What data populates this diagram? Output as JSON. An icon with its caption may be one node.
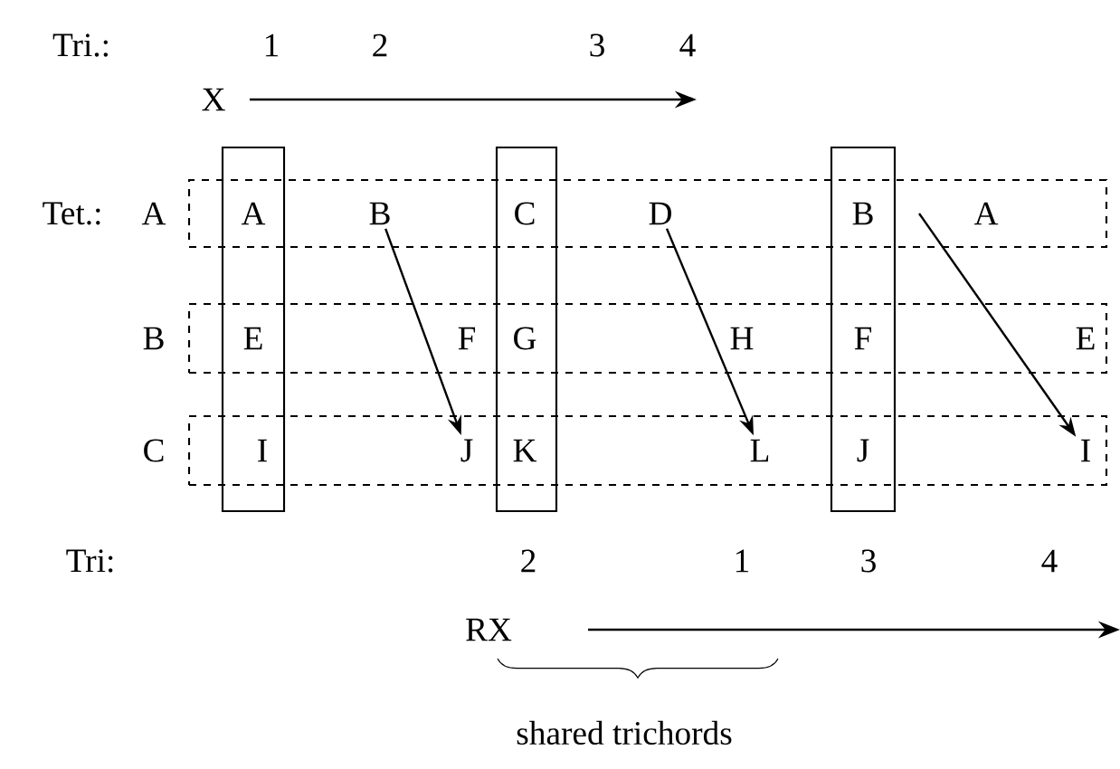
{
  "diagram": {
    "nodes": [
      {
        "text": [],
        "shape": "box"
      },
      {
        "text": [],
        "shape": "box"
      },
      {
        "text": [],
        "shape": "box"
      },
      {
        "text": [],
        "shape": "box"
      },
      {
        "text": [],
        "shape": "box"
      },
      {
        "text": [],
        "shape": "box"
      },
      {
        "text": [
          "A"
        ]
      },
      {
        "text": [
          "B"
        ],
        "in": 0
      },
      {
        "text": [
          "C"
        ]
      },
      {
        "text": [
          "D"
        ],
        "in": 0
      },
      {
        "text": [
          "B"
        ]
      },
      {
        "text": [
          "A"
        ],
        "in": 0
      },
      {
        "text": [
          "E"
        ]
      },
      {
        "text": [
          "F"
        ],
        "in": 1
      },
      {
        "text": [
          "G"
        ]
      },
      {
        "text": [
          "H"
        ],
        "in": 1
      },
      {
        "text": [
          "F"
        ]
      },
      {
        "text": [
          "E"
        ],
        "in": 1
      },
      {
        "text": [
          "I"
        ]
      },
      {
        "text": [
          "J"
        ],
        "in": 2
      },
      {
        "text": [
          "K"
        ]
      },
      {
        "text": [
          "L"
        ],
        "in": 2
      },
      {
        "text": [
          "J"
        ]
      },
      {
        "text": [
          "I"
        ],
        "in": 2
      }
    ],
    "edges": [
      {
        "from": 7,
        "to": 19,
        "arrow": "to"
      },
      {
        "from": 9,
        "to": 21,
        "arrow": "to"
      },
      {
        "from": null,
        "to": 23,
        "arrow": "to"
      }
    ],
    "labels": [
      "Tri.:",
      "1",
      "2",
      "3",
      "4",
      "X",
      "Tet.:",
      "A",
      "B",
      "C",
      "Tri:",
      "2",
      "1",
      "3",
      "4",
      "RX",
      "shared trichords"
    ]
  }
}
